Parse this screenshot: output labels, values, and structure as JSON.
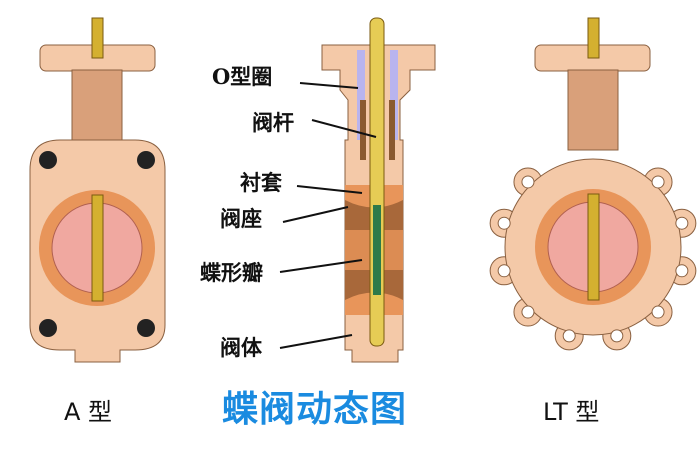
{
  "labels": {
    "o_ring": "O型圈",
    "stem": "阀杆",
    "bushing": "衬套",
    "seat": "阀座",
    "disc": "蝶形瓣",
    "body": "阀体"
  },
  "captions": {
    "left": "A 型",
    "center": "蝶阀动态图",
    "right": "LT 型"
  },
  "colors": {
    "body": "#f4c9a8",
    "seat": "#e8955a",
    "disc": "#f0a8a0",
    "stem": "#d4b030",
    "title": "#1a8be0"
  }
}
